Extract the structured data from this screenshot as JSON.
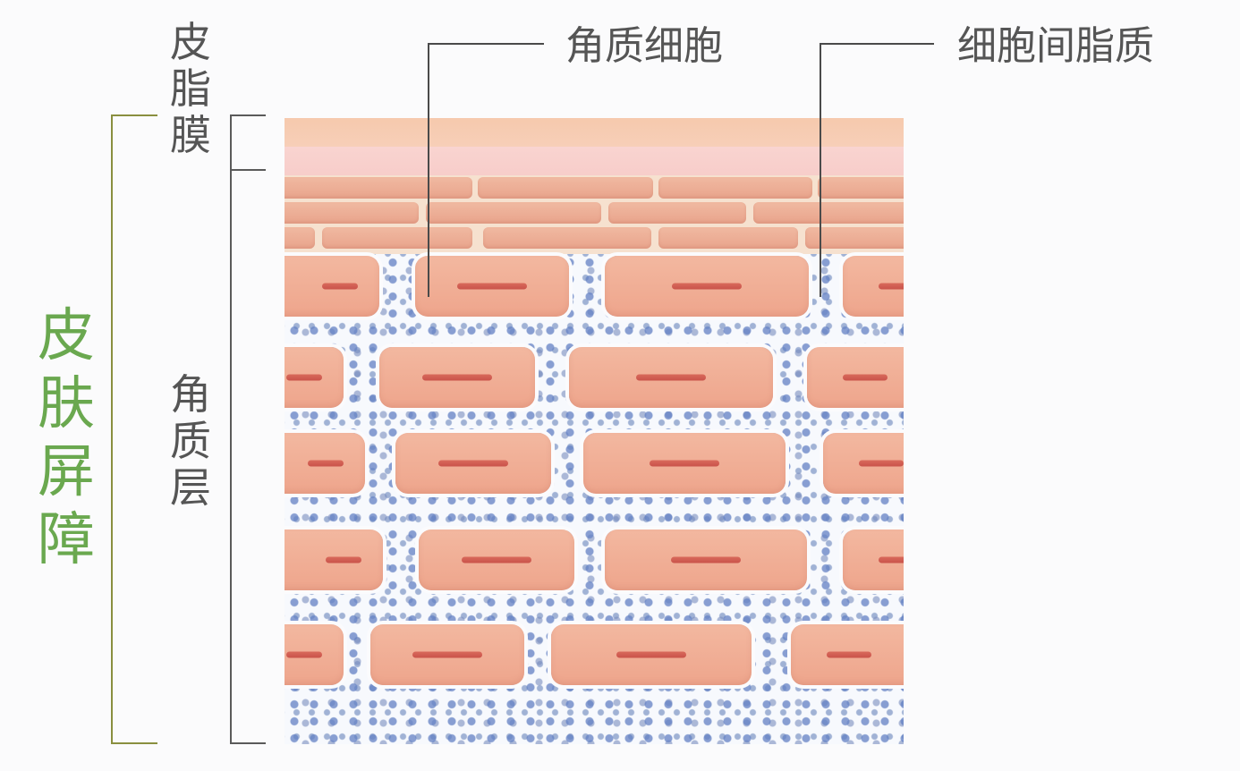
{
  "labels": {
    "sebum_film": [
      "皮",
      "脂",
      "膜"
    ],
    "stratum_corneum": [
      "角",
      "质",
      "层"
    ],
    "skin_barrier": [
      "皮",
      "肤",
      "屏",
      "障"
    ],
    "corneocyte": "角质细胞",
    "intercellular_lipid": "细胞间脂质"
  },
  "colors": {
    "label_gray": "#555555",
    "barrier_green": "#6aa84f",
    "bracket_olive": "#8a8f3f",
    "cell_fill": "#efa88f",
    "nucleus": "#cf5c50",
    "lipid_dots": "#6a86c4",
    "sebum_top": "#f6c9ad",
    "sebum_bottom": "#f8d1cd"
  },
  "diagram": {
    "layers": [
      "皮脂膜",
      "角质层"
    ],
    "components": [
      "角质细胞",
      "细胞间脂质"
    ],
    "cell_rows": 5
  }
}
